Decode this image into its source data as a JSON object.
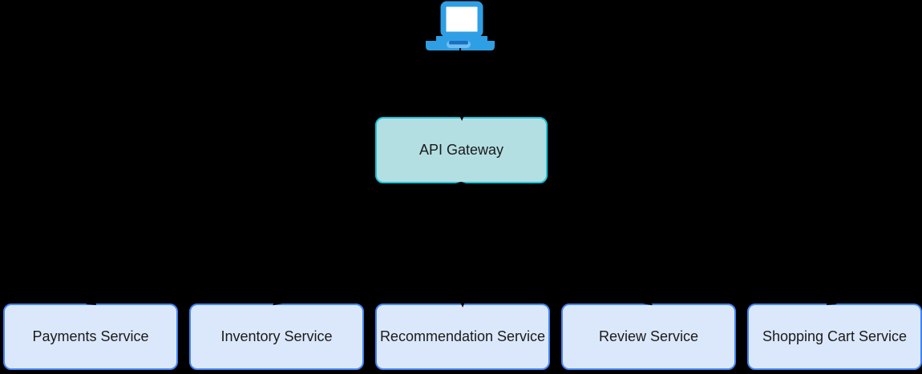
{
  "diagram": {
    "background_color": "#000000",
    "edge_color": "#000000",
    "label_color": "#1a1a1a",
    "client_node": {
      "icon": "laptop-icon",
      "colors": {
        "body": "#2f9fe5",
        "screen": "#ffffff",
        "pad_light": "#6fc0f1",
        "pad_dark": "#1a6fc4"
      }
    },
    "gateway_node": {
      "label": "API Gateway",
      "fill": "#b3dfe3",
      "stroke": "#1bc4d8"
    },
    "service_style": {
      "fill": "#dbe8fb",
      "stroke": "#4285f4"
    },
    "service_nodes": [
      {
        "label": "Payments Service"
      },
      {
        "label": "Inventory Service"
      },
      {
        "label": "Recommendation Service"
      },
      {
        "label": "Review Service"
      },
      {
        "label": "Shopping Cart Service"
      }
    ],
    "edges": [
      {
        "from": "client",
        "to": "api-gateway"
      },
      {
        "from": "api-gateway",
        "to": "payments-service"
      },
      {
        "from": "api-gateway",
        "to": "inventory-service"
      },
      {
        "from": "api-gateway",
        "to": "recommendation-service"
      },
      {
        "from": "api-gateway",
        "to": "review-service"
      },
      {
        "from": "api-gateway",
        "to": "shopping-cart-service"
      }
    ]
  }
}
